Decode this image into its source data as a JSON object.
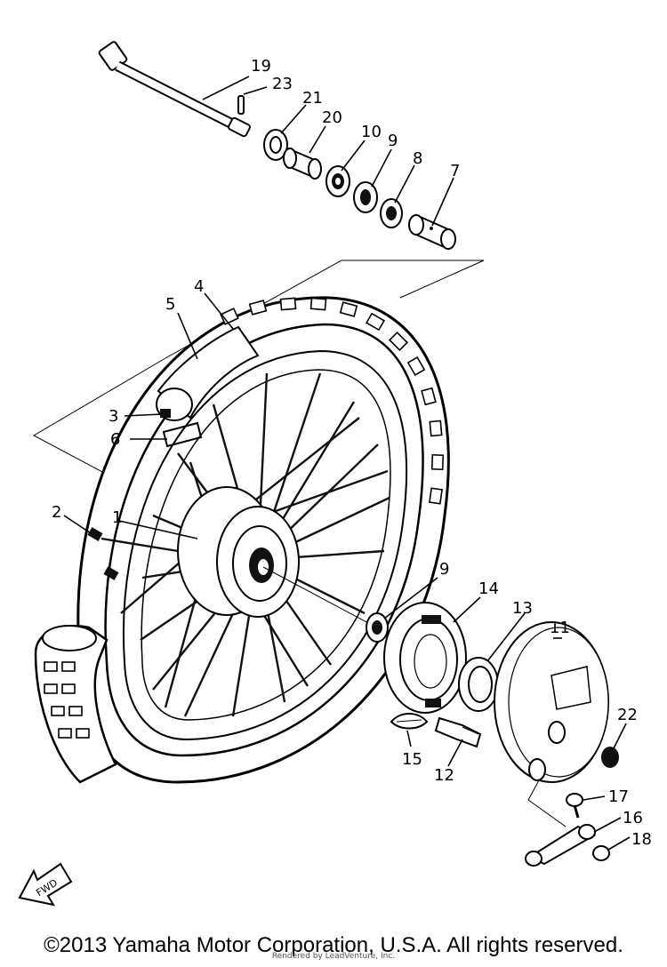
{
  "diagram": {
    "callouts": [
      {
        "id": "c19",
        "text": "19"
      },
      {
        "id": "c23",
        "text": "23"
      },
      {
        "id": "c21",
        "text": "21"
      },
      {
        "id": "c20",
        "text": "20"
      },
      {
        "id": "c10",
        "text": "10"
      },
      {
        "id": "c9a",
        "text": "9"
      },
      {
        "id": "c8",
        "text": "8"
      },
      {
        "id": "c7",
        "text": "7"
      },
      {
        "id": "c4",
        "text": "4"
      },
      {
        "id": "c5",
        "text": "5"
      },
      {
        "id": "c3",
        "text": "3"
      },
      {
        "id": "c6",
        "text": "6"
      },
      {
        "id": "c2",
        "text": "2"
      },
      {
        "id": "c1",
        "text": "1"
      },
      {
        "id": "c9b",
        "text": "9"
      },
      {
        "id": "c14",
        "text": "14"
      },
      {
        "id": "c13",
        "text": "13"
      },
      {
        "id": "c11",
        "text": "11"
      },
      {
        "id": "c22",
        "text": "22"
      },
      {
        "id": "c15",
        "text": "15"
      },
      {
        "id": "c12",
        "text": "12"
      },
      {
        "id": "c17",
        "text": "17"
      },
      {
        "id": "c16",
        "text": "16"
      },
      {
        "id": "c18",
        "text": "18"
      }
    ],
    "fwd_label": "FWD"
  },
  "footer": {
    "copyright": "©2013 Yamaha Motor Corporation, U.S.A. All rights reserved.",
    "watermark": "Rendered by LeadVenture, Inc."
  }
}
